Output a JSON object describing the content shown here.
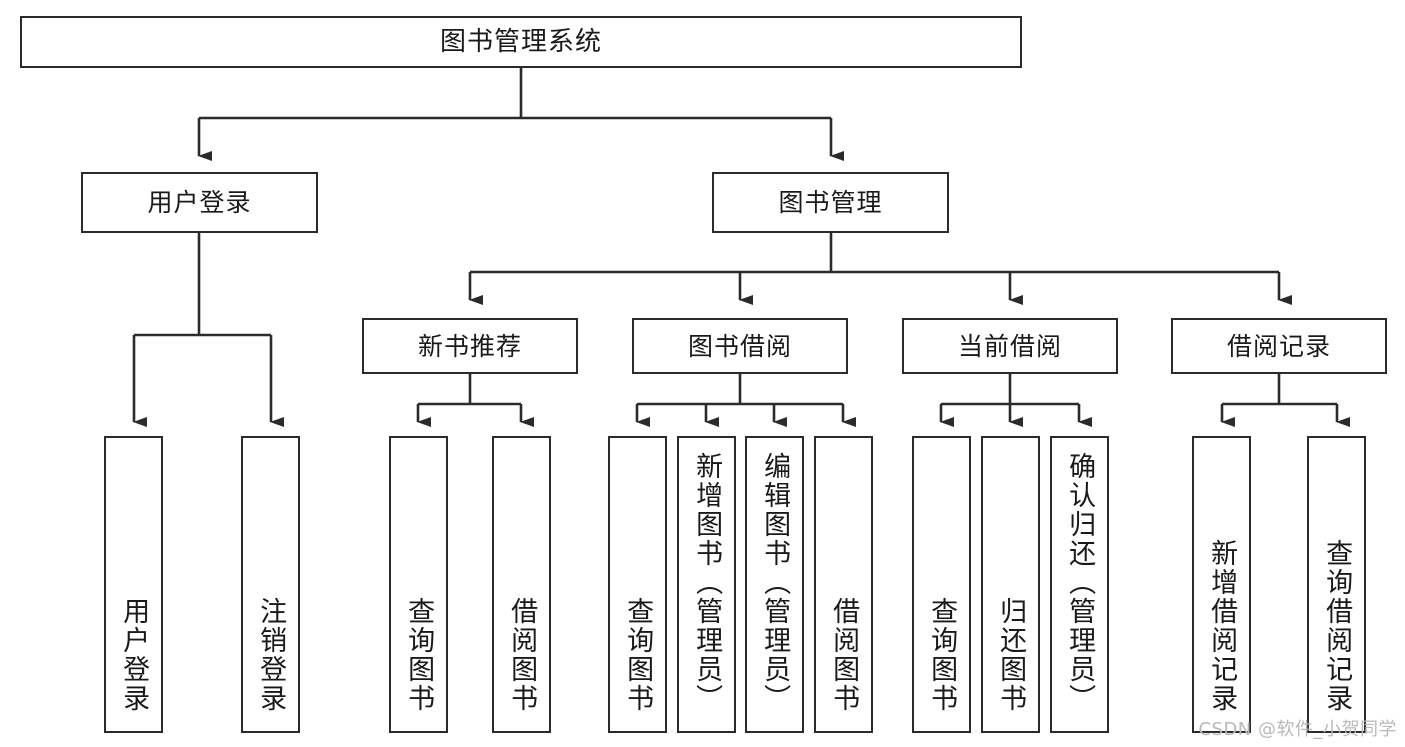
{
  "diagram": {
    "title": "图书管理系统",
    "watermark": "CSDN @软件_小贺同学",
    "colors": {
      "stroke": "#2b2b2b",
      "fill": "#ffffff",
      "text": "#1a1a1a",
      "watermark": "#b9b9b9"
    },
    "levels": {
      "root": "图书管理系统",
      "level2": [
        "用户登录",
        "图书管理"
      ],
      "level3": [
        "新书推荐",
        "图书借阅",
        "当前借阅",
        "借阅记录"
      ]
    },
    "nodes": {
      "root": {
        "label": "图书管理系统"
      },
      "user_login": {
        "label": "用户登录"
      },
      "book_mgmt": {
        "label": "图书管理"
      },
      "new_book_rec": {
        "label": "新书推荐"
      },
      "book_borrow": {
        "label": "图书借阅"
      },
      "current_borrow": {
        "label": "当前借阅"
      },
      "borrow_record": {
        "label": "借阅记录"
      }
    },
    "leaves": {
      "user_login": [
        {
          "label": "用户登录"
        },
        {
          "label": "注销登录"
        }
      ],
      "new_book_rec": [
        {
          "label": "查询图书"
        },
        {
          "label": "借阅图书"
        }
      ],
      "book_borrow": [
        {
          "label": "查询图书"
        },
        {
          "label": "新增图书（管理员）"
        },
        {
          "label": "编辑图书（管理员）"
        },
        {
          "label": "借阅图书"
        }
      ],
      "current_borrow": [
        {
          "label": "查询图书"
        },
        {
          "label": "归还图书"
        },
        {
          "label": "确认归还（管理员）"
        }
      ],
      "borrow_record": [
        {
          "label": "新增借阅记录"
        },
        {
          "label": "查询借阅记录"
        }
      ]
    }
  }
}
